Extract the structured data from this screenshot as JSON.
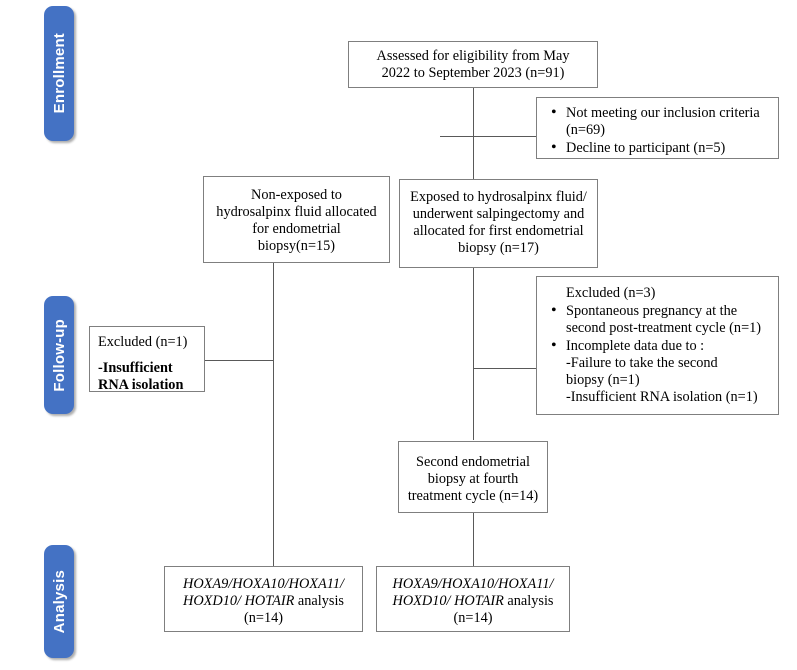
{
  "diagram": {
    "title": "CONSORT-style participant flow diagram",
    "accent_color": "#4472c4",
    "box_border_color": "#7f7f7f",
    "line_color": "#595959"
  },
  "phases": [
    {
      "id": "enrollment",
      "label": "Enrollment"
    },
    {
      "id": "followup",
      "label": "Follow-up"
    },
    {
      "id": "analysis",
      "label": "Analysis"
    }
  ],
  "boxes": {
    "assessed": {
      "line1": "Assessed for eligibility from May",
      "line2": "2022 to September 2023 (n=91)"
    },
    "excluded_top": {
      "bullets": [
        "Not meeting our inclusion criteria (n=69)",
        "Decline to participant (n=5)"
      ]
    },
    "nonexposed": {
      "line1": "Non-exposed to",
      "line2": "hydrosalpinx fluid allocated",
      "line3": "for endometrial",
      "line4": "biopsy(n=15)"
    },
    "exposed": {
      "line1": "Exposed to hydrosalpinx fluid/",
      "line2": "underwent salpingectomy and",
      "line3": "allocated for first endometrial",
      "line4": "biopsy (n=17)"
    },
    "excluded_left": {
      "heading": "Excluded (n=1)",
      "detail": "-Insufficient RNA isolation"
    },
    "excluded_right": {
      "heading": "Excluded (n=3)",
      "bullet1": "Spontaneous pregnancy at the second post-treatment cycle (n=1)",
      "bullet2": "Incomplete data due to :",
      "sub1": "-Failure to take the second",
      "sub1b": " biopsy (n=1)",
      "sub2": "-Insufficient RNA isolation (n=1)"
    },
    "second_biopsy": {
      "line1": "Second endometrial",
      "line2": "biopsy at fourth",
      "line3": "treatment cycle (n=14)"
    },
    "analysis_left": {
      "genes_line1": "HOXA9/HOXA10/HOXA11/",
      "genes_line2": "HOXD10/ HOTAIR",
      "suffix": " analysis",
      "count": "(n=14)"
    },
    "analysis_right": {
      "genes_line1": "HOXA9/HOXA10/HOXA11/",
      "genes_line2": "HOXD10/ HOTAIR",
      "suffix": " analysis",
      "count": "(n=14)"
    }
  }
}
